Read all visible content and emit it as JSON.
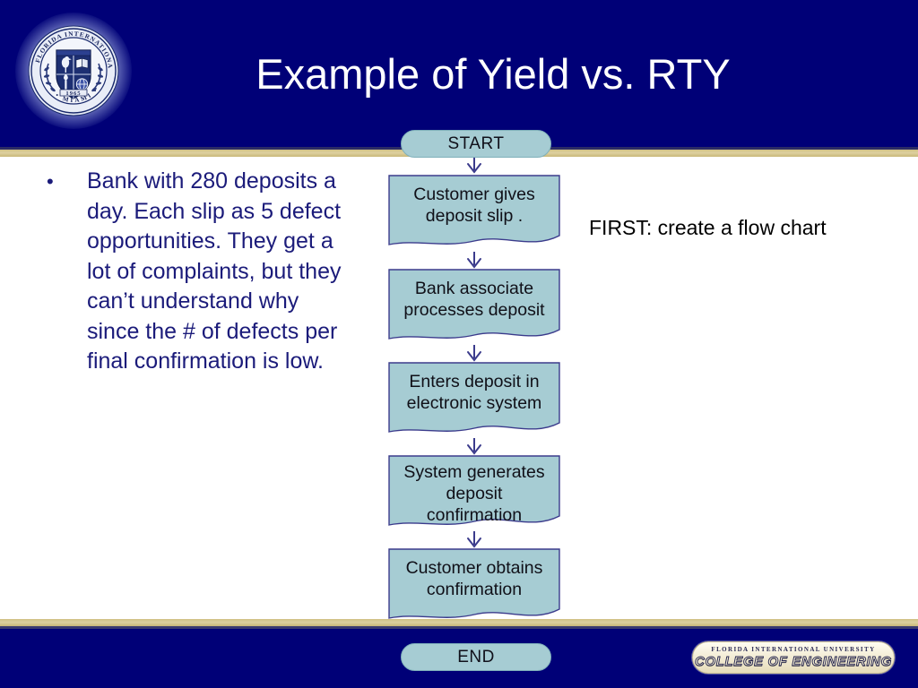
{
  "slide": {
    "title": "Example of Yield vs. RTY",
    "bullet_mark": "•",
    "bullet_text": "Bank with 280 deposits a day.  Each slip as 5 defect opportunities.  They get a lot of complaints, but they can’t understand why since the # of defects per final confirmation is low.",
    "right_note": "FIRST: create a flow chart"
  },
  "logo": {
    "name": "fiu-seal",
    "ring_text_top": "FLORIDA INTERNATIONAL UNIVERSITY",
    "ring_text_bottom": "MIAMI",
    "banner_year": "1965"
  },
  "flowchart": {
    "start_label": "START",
    "end_label": "END",
    "nodes": [
      {
        "id": "node-1",
        "label": "Customer gives\ndeposit slip ."
      },
      {
        "id": "node-2",
        "label": "Bank associate\nprocesses deposit"
      },
      {
        "id": "node-3",
        "label": "Enters deposit in\nelectronic system"
      },
      {
        "id": "node-4",
        "label": "System generates\ndeposit\nconfirmation"
      },
      {
        "id": "node-5",
        "label": "Customer obtains\nconfirmation"
      }
    ]
  },
  "footer": {
    "badge_top_line": "FLORIDA INTERNATIONAL UNIVERSITY",
    "badge_main_line": "COLLEGE OF ENGINEERING"
  },
  "colors": {
    "navy": "#000077",
    "gold_band": "#d6c78a",
    "node_fill": "#a6ccd3",
    "node_stroke": "#3b3b8c",
    "bullet_text": "#1b1b7a",
    "title_text": "#ffffff"
  }
}
